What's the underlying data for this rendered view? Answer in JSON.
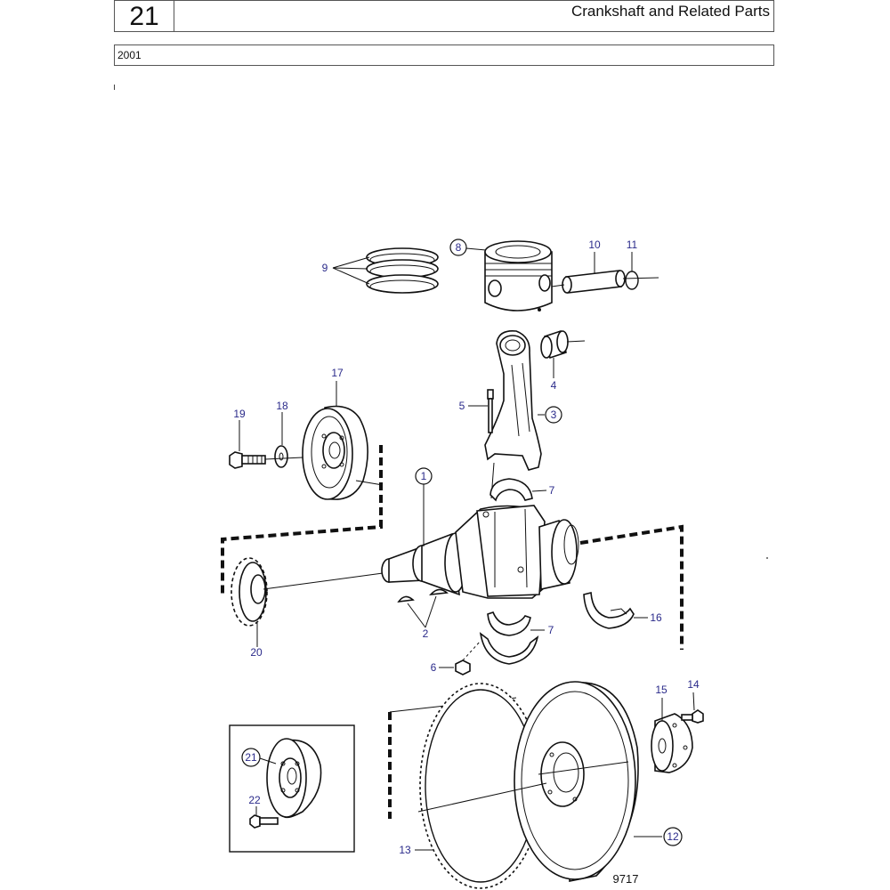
{
  "header": {
    "section_number": "21",
    "title": "Crankshaft and Related Parts"
  },
  "subheader": {
    "code": "2001"
  },
  "diagram": {
    "drawing_number": "9717",
    "callouts": [
      {
        "id": "c1",
        "text": "1",
        "circled": true
      },
      {
        "id": "c2",
        "text": "2",
        "circled": false
      },
      {
        "id": "c3",
        "text": "3",
        "circled": true
      },
      {
        "id": "c4",
        "text": "4",
        "circled": false
      },
      {
        "id": "c5",
        "text": "5",
        "circled": false
      },
      {
        "id": "c6",
        "text": "6",
        "circled": false
      },
      {
        "id": "c7a",
        "text": "7",
        "circled": false
      },
      {
        "id": "c7b",
        "text": "7",
        "circled": false
      },
      {
        "id": "c8",
        "text": "8",
        "circled": true
      },
      {
        "id": "c9",
        "text": "9",
        "circled": false
      },
      {
        "id": "c10",
        "text": "10",
        "circled": false
      },
      {
        "id": "c11",
        "text": "11",
        "circled": false
      },
      {
        "id": "c12",
        "text": "12",
        "circled": true
      },
      {
        "id": "c13",
        "text": "13",
        "circled": false
      },
      {
        "id": "c14",
        "text": "14",
        "circled": false
      },
      {
        "id": "c15",
        "text": "15",
        "circled": false
      },
      {
        "id": "c16",
        "text": "16",
        "circled": false
      },
      {
        "id": "c17",
        "text": "17",
        "circled": false
      },
      {
        "id": "c18",
        "text": "18",
        "circled": false
      },
      {
        "id": "c19",
        "text": "19",
        "circled": false
      },
      {
        "id": "c20",
        "text": "20",
        "circled": false
      },
      {
        "id": "c21",
        "text": "21",
        "circled": true
      },
      {
        "id": "c22",
        "text": "22",
        "circled": false
      }
    ]
  }
}
